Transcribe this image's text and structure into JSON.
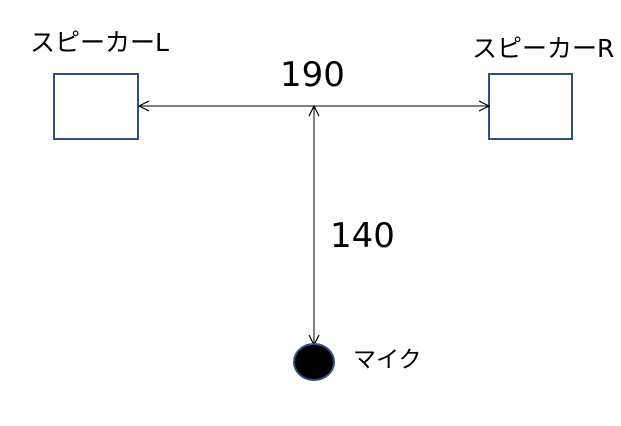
{
  "diagram": {
    "speaker_left": {
      "label": "スピーカーL"
    },
    "speaker_right": {
      "label": "スピーカーR"
    },
    "width_dimension": {
      "value": "190"
    },
    "depth_dimension": {
      "value": "140"
    },
    "microphone": {
      "label": "マイク"
    },
    "colors": {
      "speaker_border": "#2f4f8a",
      "line": "#000000",
      "mic_fill": "#000000",
      "mic_border": "#2f4f8a"
    }
  }
}
